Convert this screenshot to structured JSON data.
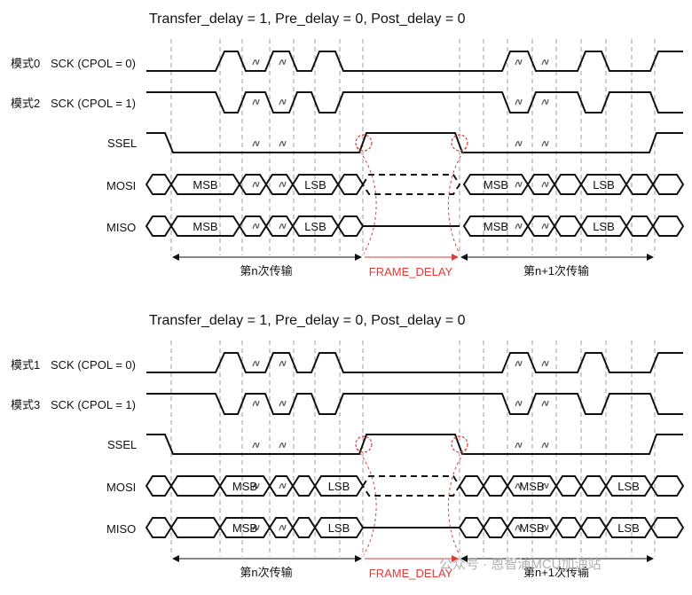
{
  "titles": [
    "Transfer_delay = 1, Pre_delay = 0, Post_delay = 0",
    "Transfer_delay = 1, Pre_delay = 0, Post_delay = 0"
  ],
  "top": {
    "mode_a": "模式0",
    "mode_b": "模式2",
    "sck_a": "SCK (CPOL = 0)",
    "sck_b": "SCK (CPOL = 1)"
  },
  "bottom": {
    "mode_a": "模式1",
    "mode_b": "模式3",
    "sck_a": "SCK (CPOL = 0)",
    "sck_b": "SCK (CPOL = 1)"
  },
  "signals": {
    "ssel": "SSEL",
    "mosi": "MOSI",
    "miso": "MISO"
  },
  "bits": {
    "msb": "MSB",
    "lsb": "LSB"
  },
  "spans": {
    "nth": "第n次传输",
    "frame": "FRAME_DELAY",
    "next": "第n+1次传输"
  },
  "watermark": "公众号 · 恩智浦MCU加油站",
  "colors": {
    "line": "#111111",
    "grid": "#9e9e9e",
    "frame": "#e53935",
    "watermark": "#b0b0b0"
  }
}
